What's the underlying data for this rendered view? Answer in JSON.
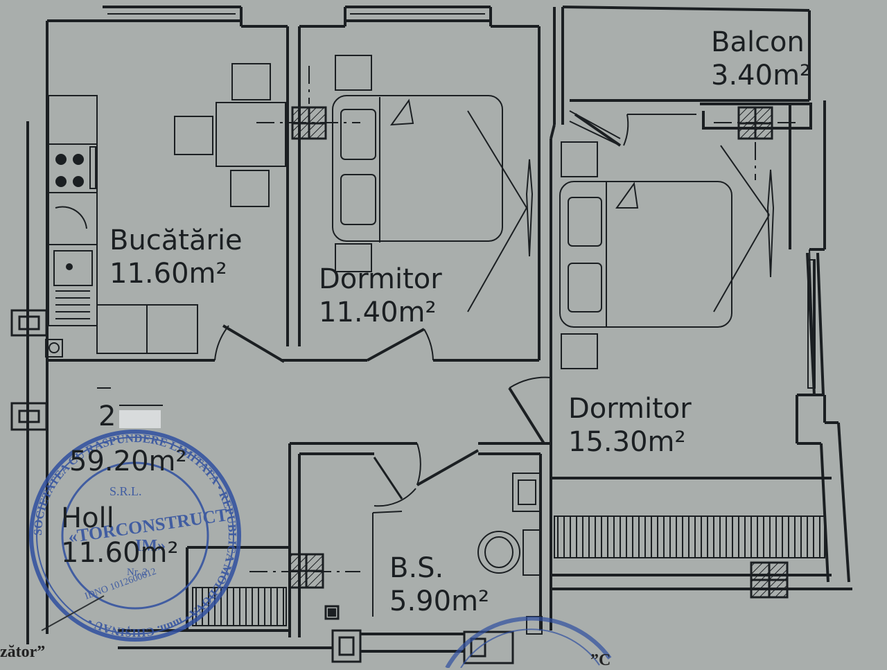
{
  "rooms": {
    "kitchen": {
      "name": "Bucătărie",
      "area": "11.60m²"
    },
    "bedroom_1": {
      "name": "Dormitor",
      "area": "11.40m²"
    },
    "balcony": {
      "name": "Balcon",
      "area": "3.40m²"
    },
    "bedroom_2": {
      "name": "Dormitor",
      "area": "15.30m²"
    },
    "hall": {
      "name": "Holl",
      "area": "11.60m²"
    },
    "bathroom": {
      "name": "B.S.",
      "area": "5.90m²"
    }
  },
  "apartment": {
    "rooms_count": "2",
    "total_area": "59.20m²"
  },
  "stamp": {
    "company": "S.R.L.",
    "name": "«TORCONSTRUCT",
    "suffix": "IM»",
    "number": "Nr. 2",
    "idno": "IDNO 1012600012",
    "ring_text": "SOCIETATEA CU RĂSPUNDERE LIMITATĂ • REPUBLICA MOLDOVA • mun. CHIȘINĂU •"
  },
  "margin_text": {
    "left": "zător”",
    "right": "”С"
  },
  "colors": {
    "paper": "#a9aeac",
    "ink": "#1b1f22",
    "stamp": "#2f4fa0"
  }
}
